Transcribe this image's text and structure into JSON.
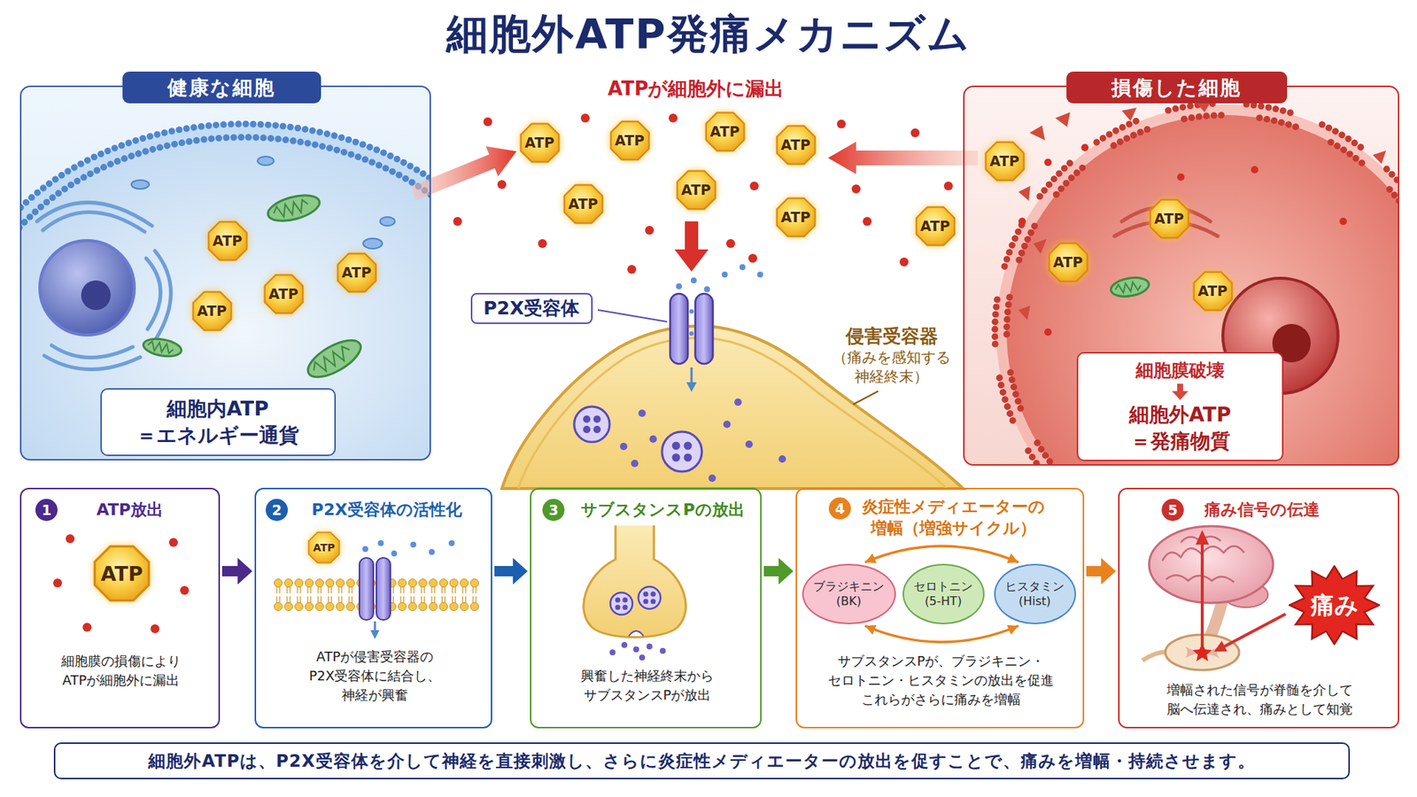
{
  "diagram": {
    "title": "細胞外ATP発痛メカニズム",
    "caption": "細胞外ATPは、P2X受容体を介して神経を直接刺激し、さらに炎症性メディエーターの放出を促すことで、痛みを増幅・持続させます。",
    "nodes": [
      {
        "text": [
          "健康な細胞"
        ]
      },
      {
        "text": [
          "ATP"
        ],
        "in": 0
      },
      {
        "text": [
          "ATP"
        ],
        "in": 0
      },
      {
        "text": [
          "ATP"
        ],
        "in": 0
      },
      {
        "text": [
          "ATP"
        ],
        "in": 0
      },
      {
        "text": [
          "細胞内ATP ＝エネルギー通貨"
        ],
        "in": 0
      },
      {
        "text": [
          "ATP"
        ]
      },
      {
        "text": [
          "ATP"
        ]
      },
      {
        "text": [
          "ATP"
        ]
      },
      {
        "text": [
          "ATP"
        ]
      },
      {
        "text": [
          "ATP"
        ]
      },
      {
        "text": [
          "ATP"
        ]
      },
      {
        "text": [
          "ATP"
        ]
      },
      {
        "text": [
          "ATP"
        ]
      },
      {
        "text": [
          "P2X受容体"
        ]
      },
      {
        "text": [
          "損傷した細胞"
        ]
      },
      {
        "text": [
          "ATP"
        ],
        "in": 15
      },
      {
        "text": [
          "ATP"
        ],
        "in": 15
      },
      {
        "text": [
          "ATP"
        ],
        "in": 15
      },
      {
        "text": [
          "ATP"
        ],
        "in": 15
      },
      {
        "text": [
          "細胞膜破壊",
          "細胞外ATP ＝発痛物質"
        ],
        "in": 15
      },
      {
        "text": [
          "ATP放出",
          "細胞膜の損傷により ATPが細胞外に漏出"
        ]
      },
      {
        "text": [
          "1"
        ],
        "in": 21
      },
      {
        "text": [
          "ATP"
        ],
        "in": 21
      },
      {
        "text": [
          "P2X受容体の活性化",
          "ATPが侵害受容器の P2X受容体に結合し、 神経が興奮"
        ]
      },
      {
        "text": [
          "2"
        ],
        "in": 24
      },
      {
        "text": [
          "ATP"
        ],
        "in": 24
      },
      {
        "text": [
          "サブスタンスPの放出",
          "興奮した神経終末から サブスタンスPが放出"
        ]
      },
      {
        "text": [
          "3"
        ],
        "in": 27
      },
      {
        "text": [
          "炎症性メディエーターの 増幅（増強サイクル）",
          "サブスタンスPが、ブラジキニン・ セロトニン・ヒスタミンの放出を促進 これらがさらに痛みを増幅"
        ]
      },
      {
        "text": [
          "4"
        ],
        "in": 29
      },
      {
        "text": [
          "ブラジキニン (BK)"
        ],
        "in": 29
      },
      {
        "text": [
          "セロトニン (5-HT)"
        ],
        "in": 29
      },
      {
        "text": [
          "ヒスタミン (Hist)"
        ],
        "in": 29
      },
      {
        "text": [
          "痛み信号の伝達",
          "増幅された信号が脊髄を介して 脳へ伝達され、痛みとして知覚"
        ]
      },
      {
        "text": [
          "5"
        ],
        "in": 34
      },
      {
        "text": [
          "痛み"
        ],
        "in": 34
      }
    ],
    "edges": [
      {
        "from": 21,
        "to": 24,
        "arrow": "to"
      },
      {
        "from": 24,
        "to": 27,
        "arrow": "to"
      },
      {
        "from": 27,
        "to": 29,
        "arrow": "to"
      },
      {
        "from": 29,
        "to": 34,
        "arrow": "to"
      },
      {
        "from": 31,
        "to": 33,
        "arrow": "both"
      },
      {
        "from": 31,
        "to": 33,
        "arrow": "both"
      }
    ],
    "labels": [
      "ATPが細胞外に漏出",
      "侵害受容器",
      "（痛みを感知する 神経終末）"
    ]
  }
}
